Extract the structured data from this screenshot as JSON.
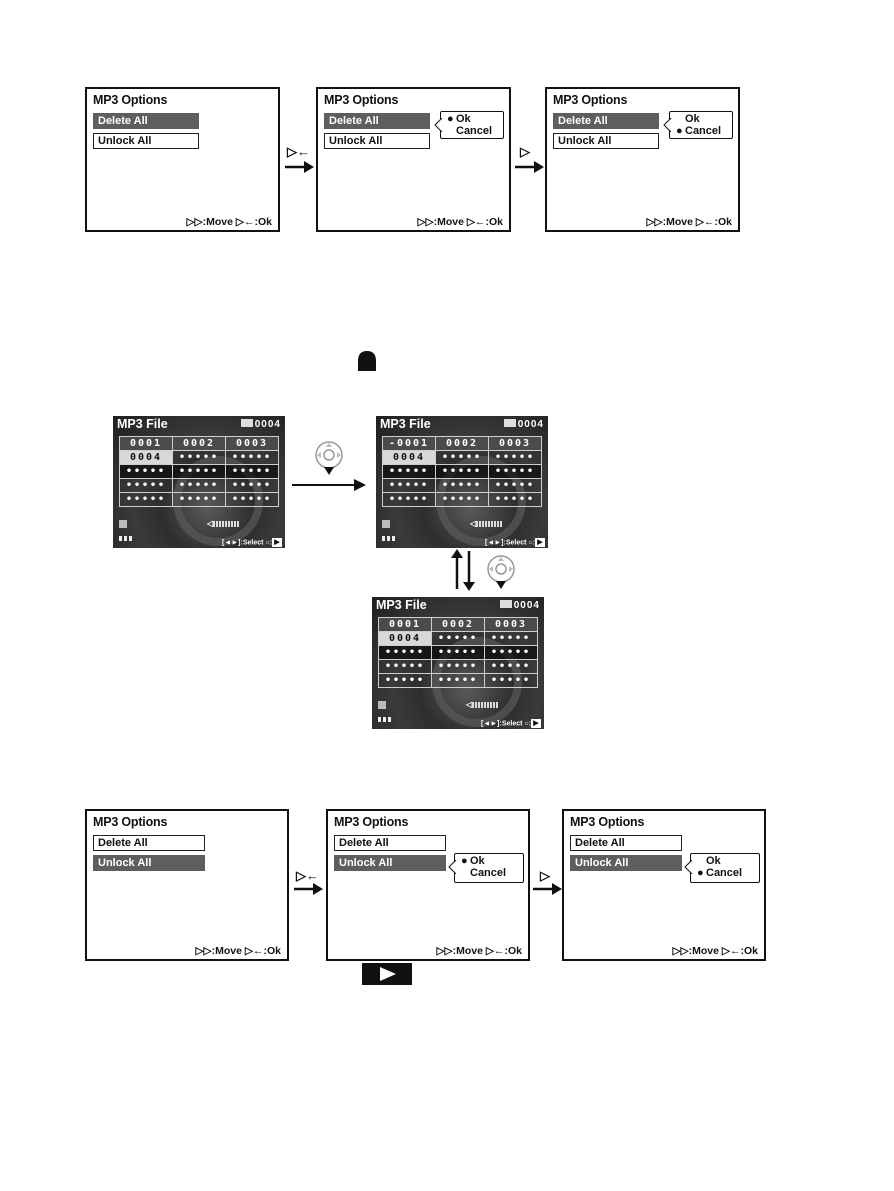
{
  "options_panels": [
    {
      "title": "MP3 Options",
      "items": [
        "Delete All",
        "Unlock All"
      ],
      "selected_index": 0,
      "popup": null,
      "footer_move": ":Move",
      "footer_ok": ":Ok"
    },
    {
      "title": "MP3 Options",
      "items": [
        "Delete All",
        "Unlock All"
      ],
      "selected_index": 0,
      "popup": {
        "ok": "Ok",
        "cancel": "Cancel",
        "selected": "ok"
      },
      "footer_move": ":Move",
      "footer_ok": ":Ok"
    },
    {
      "title": "MP3 Options",
      "items": [
        "Delete All",
        "Unlock All"
      ],
      "selected_index": 0,
      "popup": {
        "ok": "Ok",
        "cancel": "Cancel",
        "selected": "cancel"
      },
      "footer_move": ":Move",
      "footer_ok": ":Ok"
    },
    {
      "title": "MP3 Options",
      "items": [
        "Delete All",
        "Unlock All"
      ],
      "selected_index": 1,
      "popup": null,
      "footer_move": ":Move",
      "footer_ok": ":Ok"
    },
    {
      "title": "MP3 Options",
      "items": [
        "Delete All",
        "Unlock All"
      ],
      "selected_index": 1,
      "popup": {
        "ok": "Ok",
        "cancel": "Cancel",
        "selected": "ok"
      },
      "footer_move": ":Move",
      "footer_ok": ":Ok"
    },
    {
      "title": "MP3 Options",
      "items": [
        "Delete All",
        "Unlock All"
      ],
      "selected_index": 1,
      "popup": {
        "ok": "Ok",
        "cancel": "Cancel",
        "selected": "cancel"
      },
      "footer_move": ":Move",
      "footer_ok": ":Ok"
    }
  ],
  "file_screens": [
    {
      "title": "MP3 File",
      "counter": "0004",
      "cells": [
        [
          "0001",
          "0002",
          "0003"
        ],
        [
          "0004",
          "•••••",
          "•••••"
        ],
        [
          "•••••",
          "•••••",
          "•••••"
        ],
        [
          "•••••",
          "•••••",
          "•••••"
        ],
        [
          "•••••",
          "•••••",
          "•••••"
        ]
      ],
      "lock_mark": "",
      "help_select": "[◄►]:Select",
      "help_play": "▶"
    },
    {
      "title": "MP3 File",
      "counter": "0004",
      "cells": [
        [
          "0001",
          "0002",
          "0003"
        ],
        [
          "0004",
          "•••••",
          "•••••"
        ],
        [
          "•••••",
          "•••••",
          "•••••"
        ],
        [
          "•••••",
          "•••••",
          "•••••"
        ],
        [
          "•••••",
          "•••••",
          "•••••"
        ]
      ],
      "lock_mark": "-",
      "help_select": "[◄►]:Select",
      "help_play": "▶"
    },
    {
      "title": "MP3 File",
      "counter": "0004",
      "cells": [
        [
          "0001",
          "0002",
          "0003"
        ],
        [
          "0004",
          "•••••",
          "•••••"
        ],
        [
          "•••••",
          "•••••",
          "•••••"
        ],
        [
          "•••••",
          "•••••",
          "•••••"
        ],
        [
          "•••••",
          "•••••",
          "•••••"
        ]
      ],
      "lock_mark": "",
      "help_select": "[◄►]:Select",
      "help_play": "▶"
    }
  ],
  "icons": {
    "lock_icon": "lock-icon",
    "play_button_icon": "play-button-icon",
    "joystick_down_icon": "joystick-down-icon",
    "right_arrow_icon": "right-arrow-icon",
    "up_down_arrows_icon": "up-down-arrows-icon"
  },
  "colors": {
    "selected_bar": "#5e5e5e",
    "screen_bg": "#2e2e2e",
    "ink": "#111111"
  }
}
